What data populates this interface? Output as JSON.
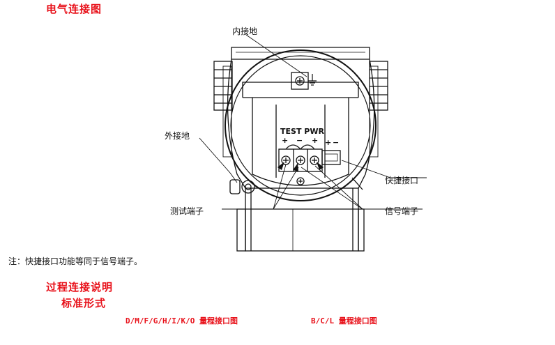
{
  "header": {
    "title": "电气连接图"
  },
  "diagram": {
    "labels": {
      "internal_ground": "内接地",
      "external_ground": "外接地",
      "quick_connector": "快捷接口",
      "test_terminal": "测试端子",
      "signal_terminal": "信号端子"
    },
    "terminal_marks": {
      "test_pwr": "TEST PWR",
      "plus1": "+",
      "minus1": "−",
      "plus2": "+",
      "plus3": "+",
      "minus3": "−"
    }
  },
  "note": "注：快捷接口功能等同于信号端子。",
  "process_section": {
    "title": "过程连接说明",
    "subtitle": "标准形式",
    "caption_left": "D/M/F/G/H/I/K/O 量程接口图",
    "caption_right": "B/C/L 量程接口图"
  }
}
